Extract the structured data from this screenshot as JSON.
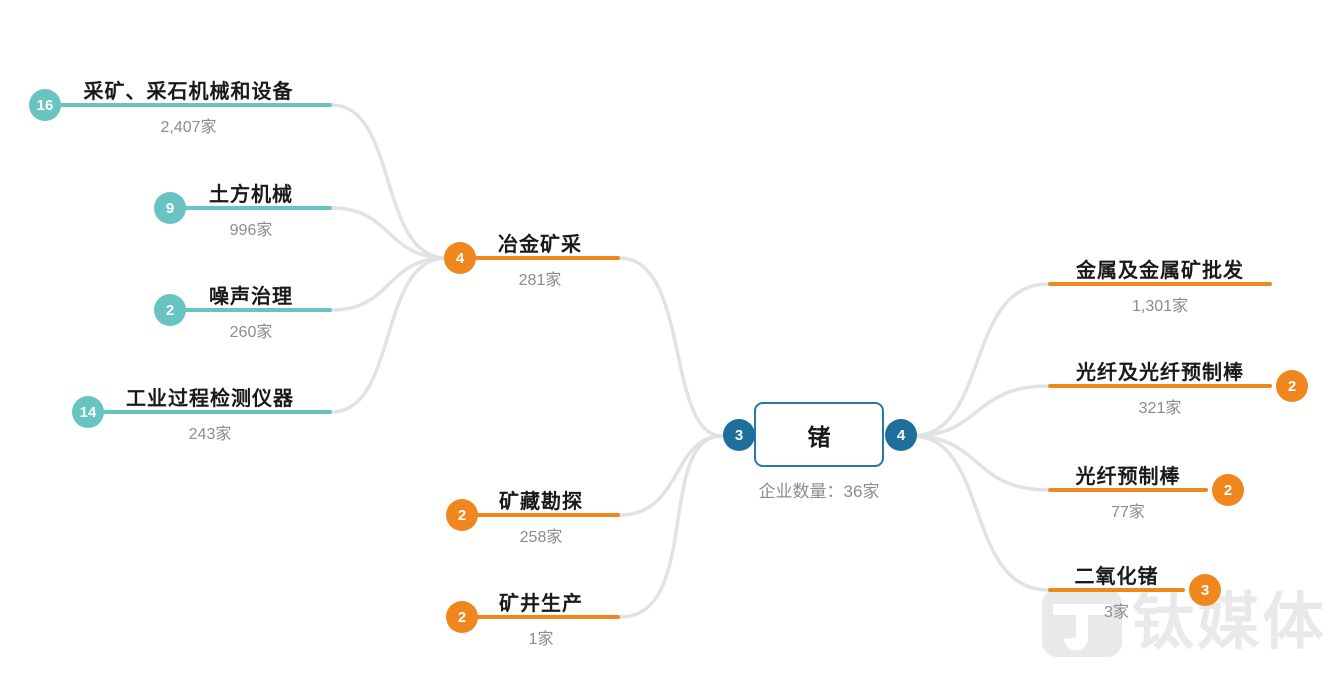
{
  "central": {
    "label": "锗",
    "count": "企业数量：36家",
    "left_badge": "3",
    "right_badge": "4"
  },
  "left": [
    {
      "badge": "4",
      "label": "冶金矿采",
      "count": "281家",
      "children": [
        {
          "badge": "16",
          "label": "采矿、采石机械和设备",
          "count": "2,407家"
        },
        {
          "badge": "9",
          "label": "土方机械",
          "count": "996家"
        },
        {
          "badge": "2",
          "label": "噪声治理",
          "count": "260家"
        },
        {
          "badge": "14",
          "label": "工业过程检测仪器",
          "count": "243家"
        }
      ]
    },
    {
      "badge": "2",
      "label": "矿藏勘探",
      "count": "258家"
    },
    {
      "badge": "2",
      "label": "矿井生产",
      "count": "1家"
    }
  ],
  "right": [
    {
      "badge": "",
      "label": "金属及金属矿批发",
      "count": "1,301家"
    },
    {
      "badge": "2",
      "label": "光纤及光纤预制棒",
      "count": "321家"
    },
    {
      "badge": "2",
      "label": "光纤预制棒",
      "count": "77家"
    },
    {
      "badge": "3",
      "label": "二氧化锗",
      "count": "3家"
    }
  ],
  "watermark": {
    "text": "钛媒体"
  },
  "colors": {
    "teal": "#68C4C1",
    "orange": "#F0871E",
    "blue": "#1F6F9D",
    "box-border": "#2878A8",
    "line_gray": "#E2E2E2",
    "label": "#1A1A1A",
    "count": "#8C8C8C",
    "watermark": "#E9E9E9"
  }
}
